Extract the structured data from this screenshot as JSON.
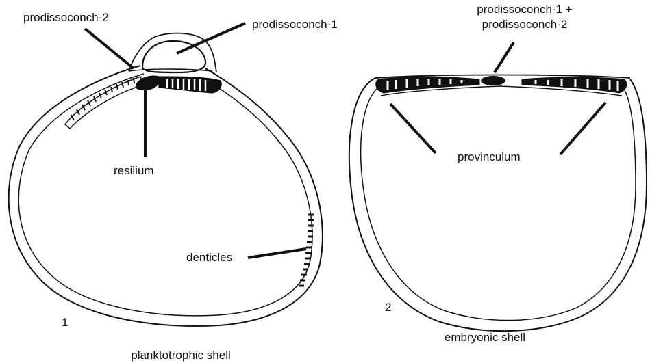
{
  "colors": {
    "ink": "#111111",
    "paper": "#ffffff"
  },
  "figure_1": {
    "number": "1",
    "caption": "planktotrophic shell",
    "labels": {
      "prodissoconch_2": "prodissoconch-2",
      "prodissoconch_1": "prodissoconch-1",
      "resilium": "resilium",
      "denticles": "denticles"
    }
  },
  "figure_2": {
    "number": "2",
    "caption": "embryonic shell",
    "labels": {
      "prodissoconch_combined_line1": "prodissoconch-1 +",
      "prodissoconch_combined_line2": "prodissoconch-2",
      "provinculum": "provinculum"
    }
  }
}
